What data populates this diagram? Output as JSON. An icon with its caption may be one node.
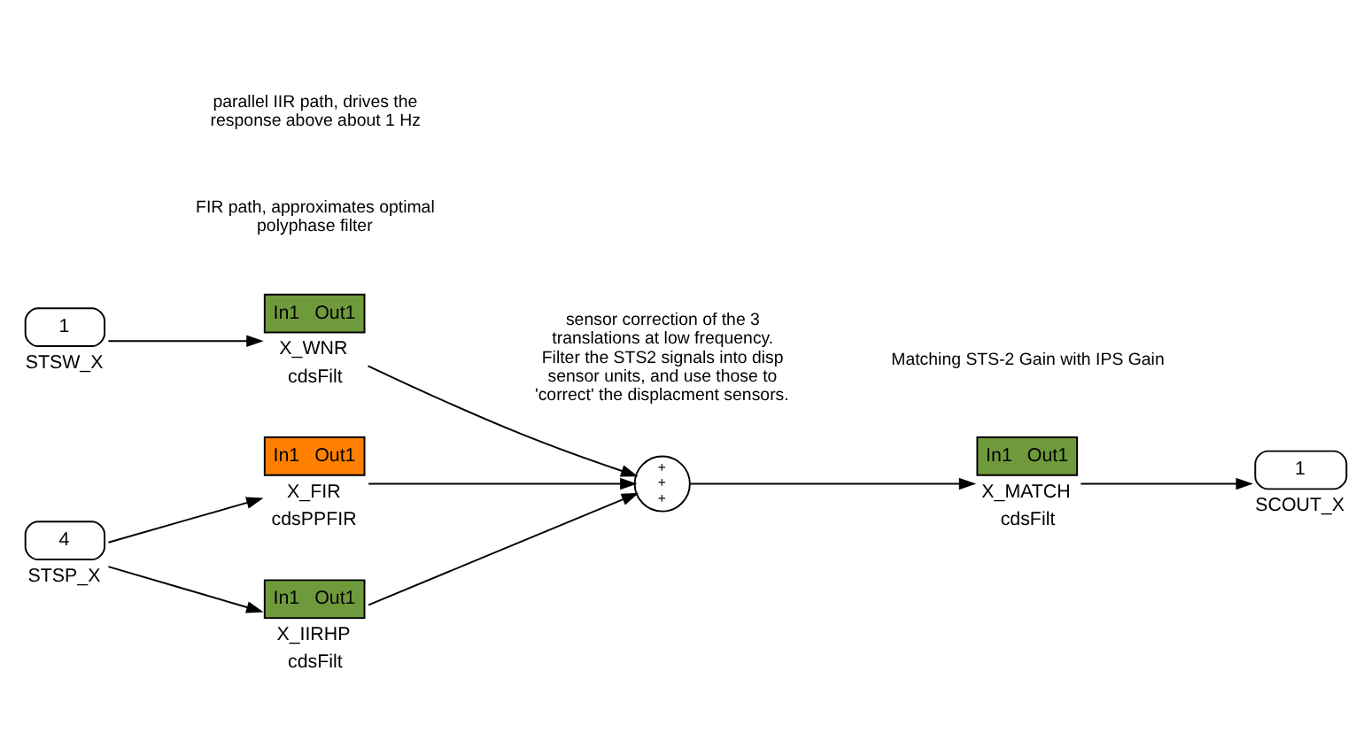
{
  "diagram": {
    "nodes": [
      {
        "text": [
          "1"
        ],
        "beside": [
          "STSW_X"
        ]
      },
      {
        "text": [
          "4"
        ],
        "beside": [
          "STSP_X"
        ]
      },
      {
        "text": [
          "In1",
          "Out1"
        ],
        "beside": [
          "X_WNR",
          "cdsFilt"
        ]
      },
      {
        "text": [
          "In1",
          "Out1"
        ],
        "beside": [
          "X_FIR",
          "cdsPPFIR"
        ]
      },
      {
        "text": [
          "In1",
          "Out1"
        ],
        "beside": [
          "X_IIRHP",
          "cdsFilt"
        ]
      },
      {
        "text": [
          "+",
          "+",
          "+"
        ]
      },
      {
        "text": [
          "In1",
          "Out1"
        ],
        "beside": [
          "X_MATCH",
          "cdsFilt"
        ]
      },
      {
        "text": [
          "1"
        ],
        "beside": [
          "SCOUT_X"
        ]
      }
    ],
    "edges": [
      {
        "from": 0,
        "to": 2,
        "arrow": "to"
      },
      {
        "from": 1,
        "to": 3,
        "arrow": "to"
      },
      {
        "from": 1,
        "to": 4,
        "arrow": "to"
      },
      {
        "from": 2,
        "to": 5,
        "arrow": "to"
      },
      {
        "from": 3,
        "to": 5,
        "arrow": "to"
      },
      {
        "from": 4,
        "to": 5,
        "arrow": "to"
      },
      {
        "from": 5,
        "to": 6,
        "arrow": "to"
      },
      {
        "from": 6,
        "to": 7,
        "arrow": "to"
      }
    ],
    "labels": [
      "sensor correction of the 3 translations at low frequency. Filter the STS2 signals into disp sensor units, and use those to 'correct' the displacment sensors.",
      "FIR path, approximates optimal polyphase filter",
      "Matching STS-2 Gain with IPS Gain",
      "parallel IIR path, drives the response above about 1 Hz"
    ]
  }
}
